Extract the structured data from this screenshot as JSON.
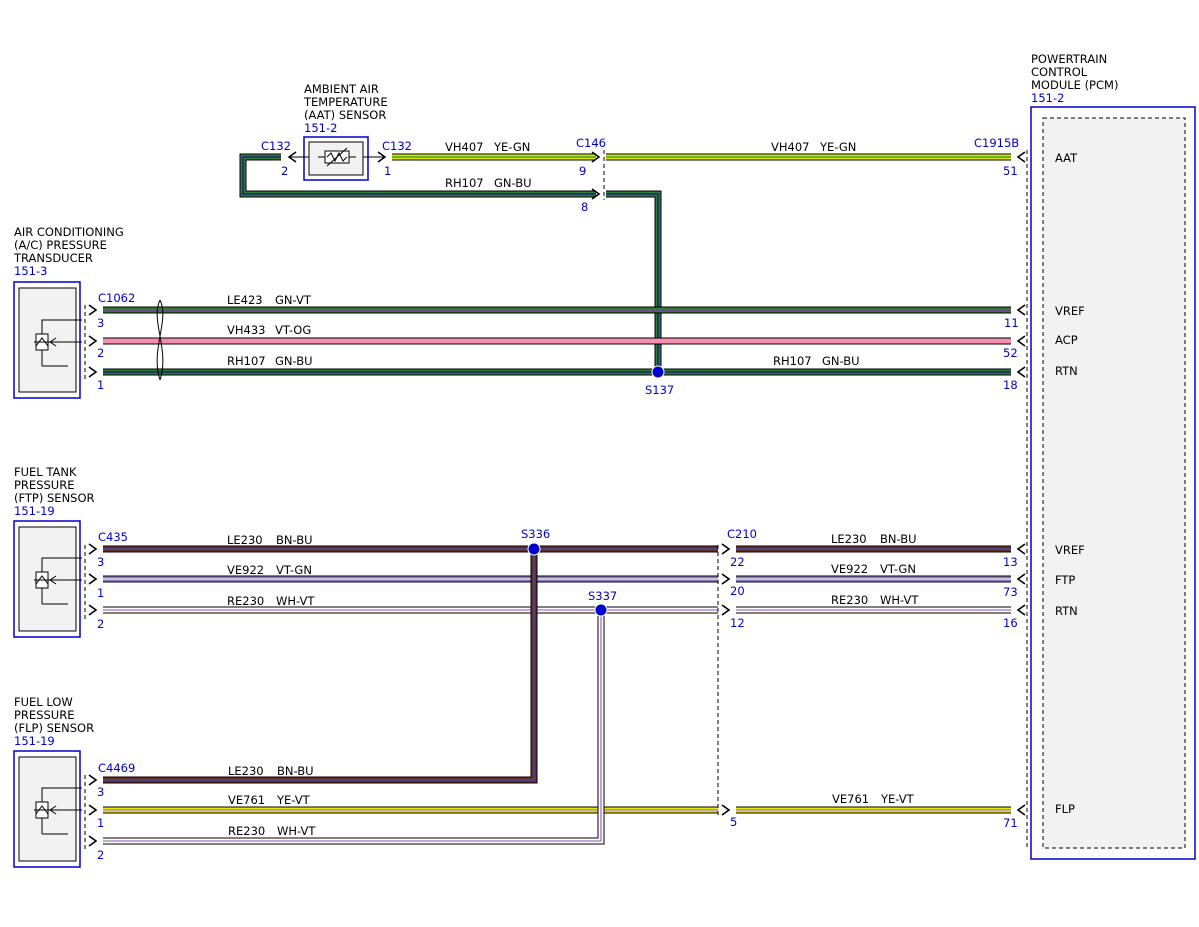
{
  "colors": {
    "YE-GN": [
      "#e6e600",
      "#33a333"
    ],
    "GN-BU": [
      "#2e7d32",
      "#1a237e"
    ],
    "GN-VT": [
      "#2e7d32",
      "#7b3f9e"
    ],
    "VT-OG": [
      "#f48fb1",
      "#f48fb1"
    ],
    "BN-BU": [
      "#6d2e1f",
      "#3949ab"
    ],
    "VT-GN": [
      "#9575cd",
      "#c8e6c9"
    ],
    "WH-VT": [
      "#ffffff",
      "#b388d0"
    ],
    "YE-VT": [
      "#e6e600",
      "#b08ad0"
    ],
    "label_blue": "#0000cc",
    "box_blue": "#0000cc",
    "box_fill": "#f2f2f2"
  },
  "components": {
    "aat": {
      "lines": [
        "AMBIENT AIR",
        "TEMPERATURE",
        "(AAT) SENSOR"
      ],
      "ref": "151-2",
      "icon": "thermistor-icon"
    },
    "ac": {
      "lines": [
        "AIR CONDITIONING",
        "(A/C) PRESSURE",
        "TRANSDUCER"
      ],
      "ref": "151-3",
      "icon": "pressure-sensor-icon"
    },
    "ftp": {
      "lines": [
        "FUEL TANK",
        "PRESSURE",
        "(FTP) SENSOR"
      ],
      "ref": "151-19",
      "icon": "pressure-sensor-icon"
    },
    "flp": {
      "lines": [
        "FUEL LOW",
        "PRESSURE",
        "(FLP) SENSOR"
      ],
      "ref": "151-19",
      "icon": "pressure-sensor-icon"
    },
    "pcm": {
      "lines": [
        "POWERTRAIN",
        "CONTROL",
        "MODULE (PCM)"
      ],
      "ref": "151-2"
    }
  },
  "connectors": {
    "c132_left": "C132",
    "c132_right": "C132",
    "c146": "C146",
    "c1915b": "C1915B",
    "c1062": "C1062",
    "c435": "C435",
    "c210": "C210",
    "c4469": "C4469"
  },
  "splices": {
    "s137": "S137",
    "s336": "S336",
    "s337": "S337"
  },
  "pins": {
    "aat_left": "2",
    "aat_right": "1",
    "c146_top": "9",
    "c146_bot": "8",
    "pcm_aat": "51",
    "ac_3": "3",
    "ac_2": "2",
    "ac_1": "1",
    "pcm_ac_vref": "11",
    "pcm_acp": "52",
    "pcm_ac_rtn": "18",
    "ftp_3": "3",
    "ftp_1": "1",
    "ftp_2": "2",
    "c210_22": "22",
    "c210_20": "20",
    "c210_12": "12",
    "pcm_ftp_vref": "13",
    "pcm_ftp": "73",
    "pcm_ftp_rtn": "16",
    "flp_3": "3",
    "flp_1": "1",
    "flp_2": "2",
    "c210_5": "5",
    "pcm_flp": "71"
  },
  "pcm_signals": {
    "aat": "AAT",
    "vref1": "VREF",
    "acp": "ACP",
    "rtn1": "RTN",
    "vref2": "VREF",
    "ftp": "FTP",
    "rtn2": "RTN",
    "flp": "FLP"
  },
  "wire_labels": {
    "w1": {
      "circuit": "VH407",
      "color": "YE-GN"
    },
    "w2": {
      "circuit": "VH407",
      "color": "YE-GN"
    },
    "w3": {
      "circuit": "RH107",
      "color": "GN-BU"
    },
    "w4": {
      "circuit": "LE423",
      "color": "GN-VT"
    },
    "w5": {
      "circuit": "VH433",
      "color": "VT-OG"
    },
    "w6": {
      "circuit": "RH107",
      "color": "GN-BU"
    },
    "w7": {
      "circuit": "RH107",
      "color": "GN-BU"
    },
    "w8": {
      "circuit": "LE230",
      "color": "BN-BU"
    },
    "w9": {
      "circuit": "LE230",
      "color": "BN-BU"
    },
    "w10": {
      "circuit": "VE922",
      "color": "VT-GN"
    },
    "w11": {
      "circuit": "VE922",
      "color": "VT-GN"
    },
    "w12": {
      "circuit": "RE230",
      "color": "WH-VT"
    },
    "w13": {
      "circuit": "RE230",
      "color": "WH-VT"
    },
    "w14": {
      "circuit": "LE230",
      "color": "BN-BU"
    },
    "w15": {
      "circuit": "VE761",
      "color": "YE-VT"
    },
    "w16": {
      "circuit": "VE761",
      "color": "YE-VT"
    },
    "w17": {
      "circuit": "RE230",
      "color": "WH-VT"
    }
  }
}
